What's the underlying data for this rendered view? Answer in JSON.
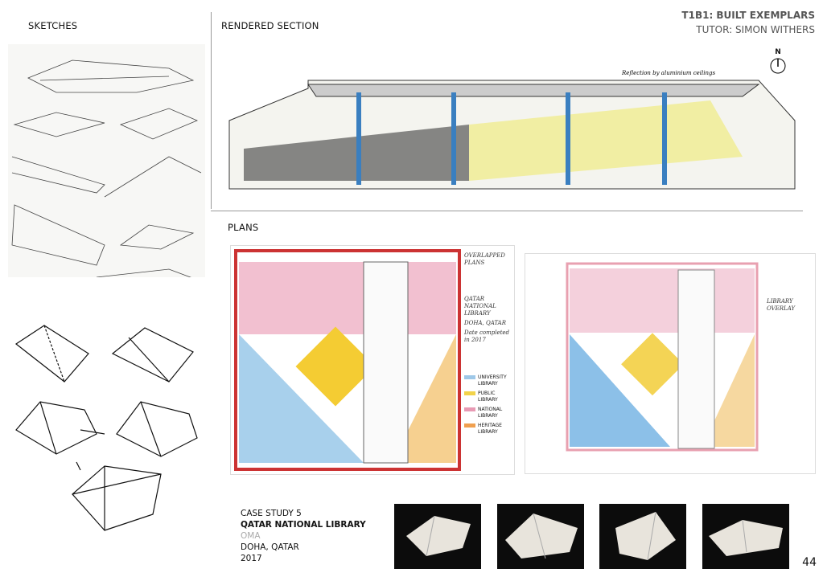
{
  "header": {
    "title": "T1B1: BUILT EXEMPLARS",
    "tutor": "TUTOR: SIMON WITHERS"
  },
  "sections": {
    "sketches": "SKETCHES",
    "rendered_section": "RENDERED SECTION",
    "plans": "PLANS"
  },
  "north_label": "N",
  "section_annotation": "Reflection by aluminium ceilings",
  "plan_annotations": {
    "overlapped": "OVERLAPPED PLANS",
    "library": "QATAR NATIONAL LIBRARY",
    "location": "DOHA, QATAR",
    "completed": "Date completed in 2017",
    "overlay": "LIBRARY OVERLAY"
  },
  "legend": [
    "UNIVERSITY LIBRARY",
    "PUBLIC LIBRARY",
    "NATIONAL LIBRARY",
    "HERITAGE LIBRARY"
  ],
  "legend_colors": [
    "#9ec8e8",
    "#f2d34a",
    "#e89ab4",
    "#f0a050"
  ],
  "case_study": {
    "number": "CASE STUDY 5",
    "name": "QATAR NATIONAL LIBRARY",
    "architect": "OMA",
    "location": "DOHA, QATAR",
    "year": "2017"
  },
  "page_number": "44"
}
